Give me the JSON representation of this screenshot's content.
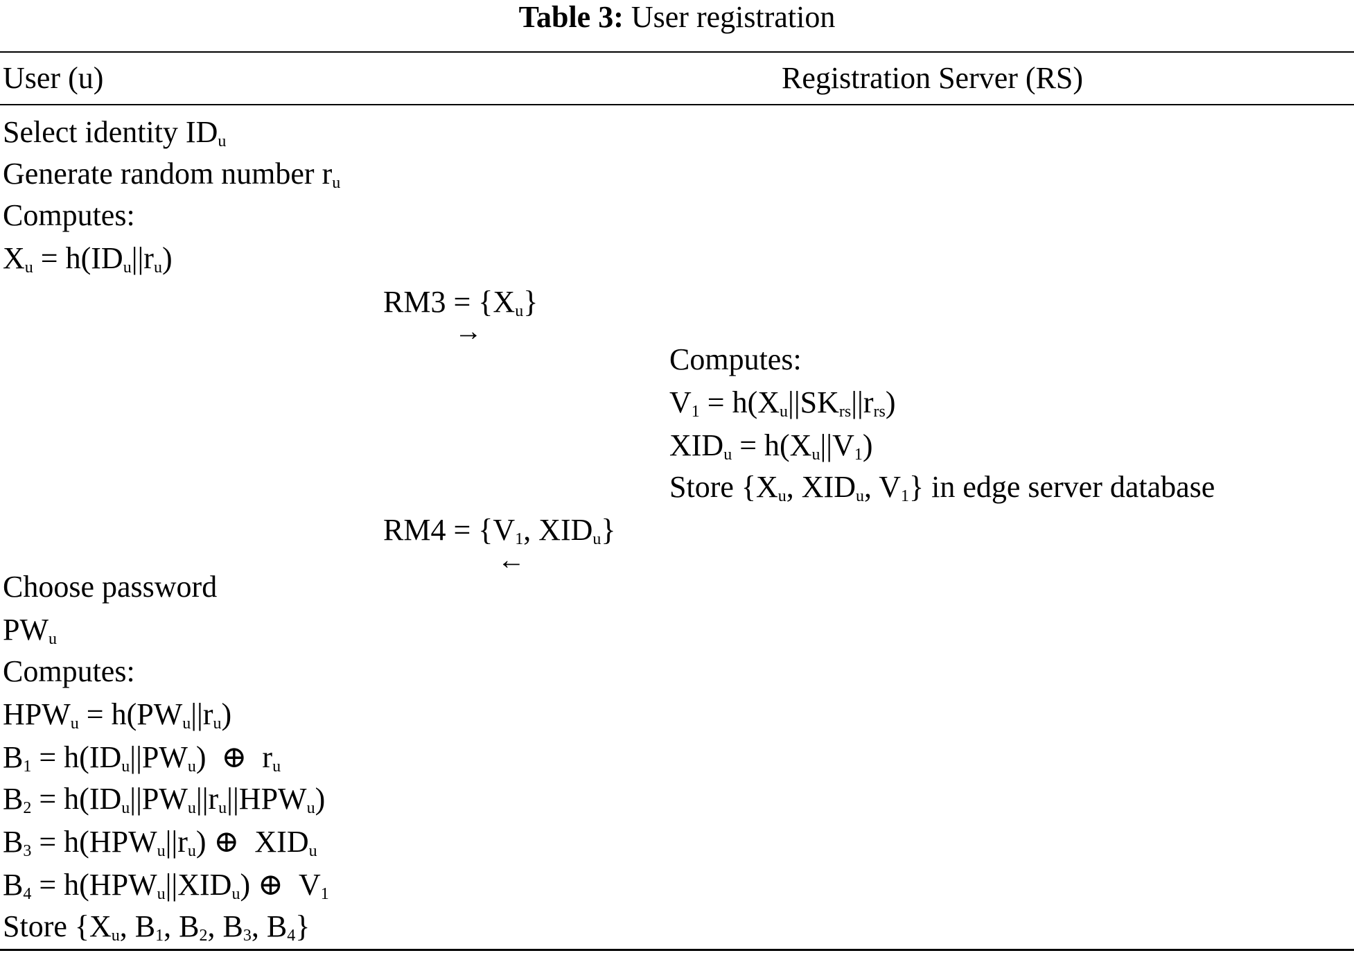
{
  "caption": {
    "label": "Table 3:",
    "text": "User registration"
  },
  "headers": {
    "user": "User (u)",
    "server": "Registration Server (RS)"
  },
  "rows": [
    {
      "text": "Select identity ID",
      "sub": "u"
    },
    {
      "text": "Generate random number r",
      "sub": "u"
    },
    {
      "text": "Computes:"
    },
    {
      "html": "X<sub>u</sub> = h(ID<sub>u</sub>||r<sub>u</sub>)"
    },
    {
      "html": "RM3 = {X<sub>u</sub>}"
    },
    {
      "text": "Computes:"
    },
    {
      "html": "V<sub>1</sub> = h(X<sub>u</sub>||SK<sub>rs</sub>||r<sub>rs</sub>)"
    },
    {
      "html": "XID<sub>u</sub> = h(X<sub>u</sub>||V<sub>1</sub>)"
    },
    {
      "html": "Store {X<sub>u</sub>, XID<sub>u</sub>, V<sub>1</sub>} in edge server database"
    },
    {
      "html": "RM4 = {V<sub>1</sub>, XID<sub>u</sub>}"
    },
    {
      "text": "Choose password"
    },
    {
      "text": "PW",
      "sub": "u"
    },
    {
      "text": "Computes:"
    },
    {
      "html": "HPW<sub>u</sub> = h(PW<sub>u</sub>||r<sub>u</sub>)"
    },
    {
      "html": "B<sub>1</sub> = h(ID<sub>u</sub>||PW<sub>u</sub>) &nbsp;⊕&nbsp; r<sub>u</sub>"
    },
    {
      "html": "B<sub>2</sub> = h(ID<sub>u</sub>||PW<sub>u</sub>||r<sub>u</sub>||HPW<sub>u</sub>)"
    },
    {
      "html": "B<sub>3</sub> = h(HPW<sub>u</sub>||r<sub>u</sub>) ⊕ &nbsp;XID<sub>u</sub>"
    },
    {
      "html": "B<sub>4</sub> = h(HPW<sub>u</sub>||XID<sub>u</sub>) ⊕ &nbsp;V<sub>1</sub>"
    },
    {
      "html": "Store {X<sub>u</sub>, B<sub>1</sub>, B<sub>2</sub>, B<sub>3</sub>, B<sub>4</sub>}"
    }
  ],
  "arrows": {
    "send": "→",
    "receive": "←"
  }
}
